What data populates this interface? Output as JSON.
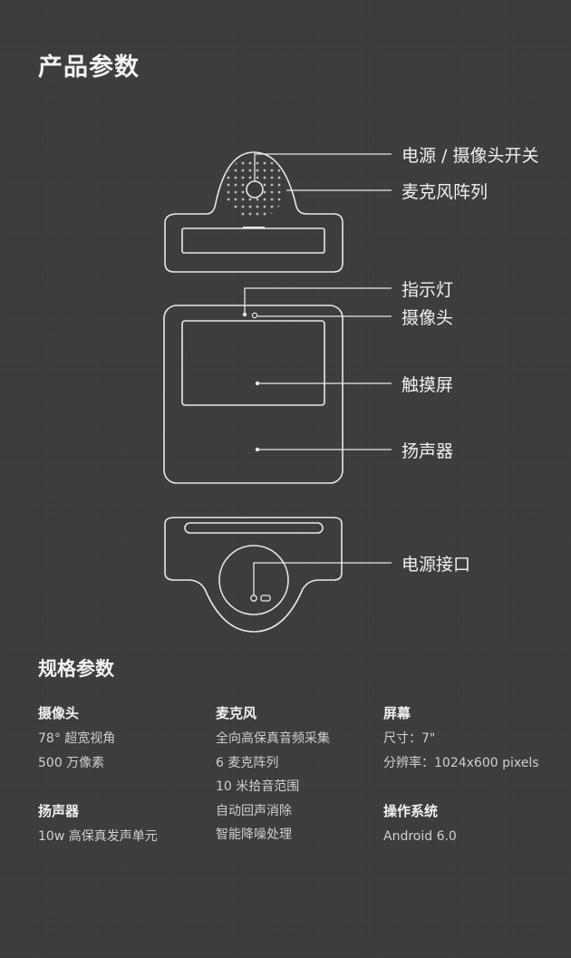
{
  "page_title": "产品参数",
  "callouts": {
    "power_camera_switch": "电源 / 摄像头开关",
    "mic_array": "麦克风阵列",
    "indicator_light": "指示灯",
    "camera": "摄像头",
    "touchscreen": "触摸屏",
    "speaker": "扬声器",
    "power_port": "电源接口"
  },
  "specs_title": "规格参数",
  "specs": {
    "camera": {
      "title": "摄像头",
      "lines": [
        "78°  超宽视角",
        "500 万像素"
      ]
    },
    "speaker": {
      "title": "扬声器",
      "lines": [
        "10w 高保真发声单元"
      ]
    },
    "microphone": {
      "title": "麦克风",
      "lines": [
        "全向高保真音频采集",
        "6 麦克阵列",
        "10 米拾音范围",
        "自动回声消除",
        "智能降噪处理"
      ]
    },
    "screen": {
      "title": "屏幕",
      "lines": [
        "尺寸：7\"",
        "分辨率：1024x600 pixels"
      ]
    },
    "os": {
      "title": "操作系统",
      "lines": [
        "Android 6.0"
      ]
    }
  },
  "colors": {
    "background": "#3b3b3b",
    "line": "#e8e8e8",
    "text": "#f0f0f0",
    "subtext": "#cfcfcf"
  }
}
